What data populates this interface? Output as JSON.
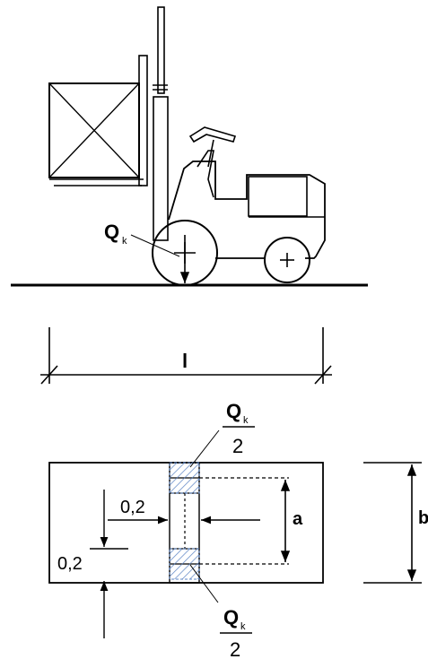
{
  "labels": {
    "qk": "Q",
    "qk_sub": "k",
    "qk_half_top_num": "Q",
    "qk_half_top_sub": "k",
    "qk_half_top_den": "2",
    "qk_half_bottom_num": "Q",
    "qk_half_bottom_sub": "k",
    "qk_half_bottom_den": "2",
    "l": "l",
    "a": "a",
    "b": "b",
    "dim_02_horizontal": "0,2",
    "dim_02_vertical": "0,2"
  },
  "colors": {
    "ink": "#000000",
    "hatch": "#5b84c4"
  }
}
